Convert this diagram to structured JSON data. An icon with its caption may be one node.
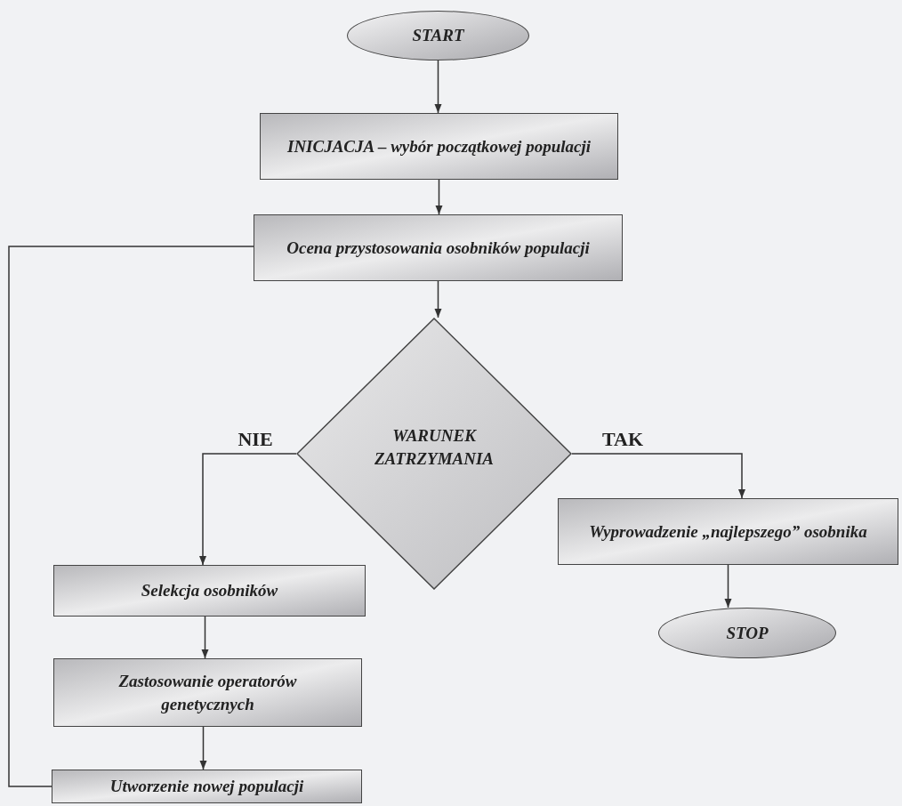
{
  "diagram": {
    "nodes": [
      {
        "text": [
          "START"
        ]
      },
      {
        "text": [
          "INICJACJA – wybór początkowej populacji"
        ]
      },
      {
        "text": [
          "Ocena przystosowania osobników populacji"
        ]
      },
      {
        "text": [
          "WARUNEK ZATRZYMANIA"
        ]
      },
      {
        "text": [
          "Selekcja osobników"
        ]
      },
      {
        "text": [
          "Zastosowanie operatorów genetycznych"
        ]
      },
      {
        "text": [
          "Utworzenie nowej populacji"
        ]
      },
      {
        "text": [
          "Wyprowadzenie „najlepszego” osobnika"
        ]
      },
      {
        "text": [
          "STOP"
        ]
      }
    ],
    "edges": [
      {
        "from": 0,
        "to": 1,
        "arrow": "to"
      },
      {
        "from": 1,
        "to": 2,
        "arrow": "to"
      },
      {
        "from": 2,
        "to": 3,
        "arrow": "to"
      },
      {
        "from": 3,
        "to": 4,
        "arrow": "to",
        "label": "NIE"
      },
      {
        "from": 3,
        "to": 7,
        "arrow": "to",
        "label": "TAK"
      },
      {
        "from": 7,
        "to": 8,
        "arrow": "to"
      },
      {
        "from": 4,
        "to": 5,
        "arrow": "to"
      },
      {
        "from": 5,
        "to": 6,
        "arrow": "to"
      },
      {
        "from": 6,
        "to": 2,
        "arrow": "none"
      }
    ]
  }
}
